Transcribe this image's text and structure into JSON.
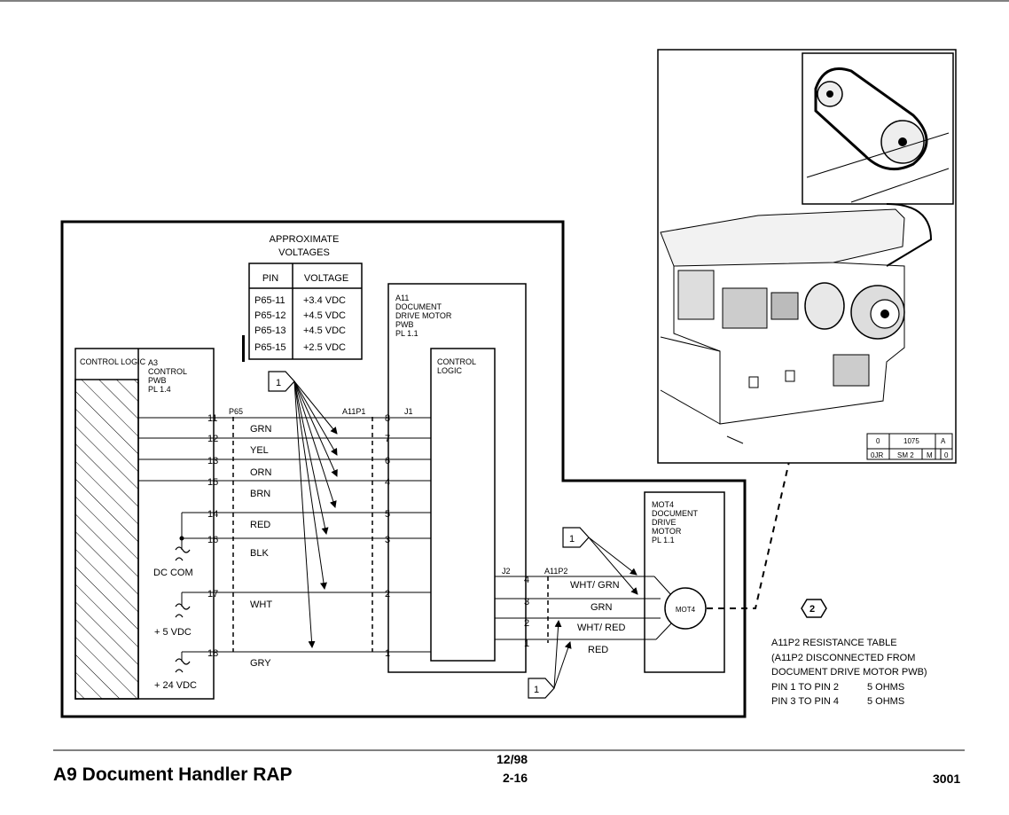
{
  "voltage_table": {
    "caption_line1": "APPROXIMATE",
    "caption_line2": "VOLTAGES",
    "header_pin": "PIN",
    "header_voltage": "VOLTAGE",
    "rows": [
      {
        "pin": "P65-11",
        "voltage": "+3.4 VDC"
      },
      {
        "pin": "P65-12",
        "voltage": "+4.5 VDC"
      },
      {
        "pin": "P65-13",
        "voltage": "+4.5 VDC"
      },
      {
        "pin": "P65-15",
        "voltage": "+2.5 VDC"
      }
    ]
  },
  "control_logic_left": "CONTROL LOGIC",
  "a3": {
    "l1": "A3",
    "l2": "CONTROL",
    "l3": "PWB",
    "l4": "PL 1.4"
  },
  "a11": {
    "l1": "A11",
    "l2": "DOCUMENT",
    "l3": "DRIVE MOTOR",
    "l4": "PWB",
    "l5": "PL 1.1"
  },
  "a11_logic": {
    "l1": "CONTROL",
    "l2": "LOGIC"
  },
  "mot4": {
    "l1": "MOT4",
    "l2": "DOCUMENT",
    "l3": "DRIVE",
    "l4": "MOTOR",
    "l5": "PL 1.1",
    "circle": "MOT4"
  },
  "connectors": {
    "p65": "P65",
    "a11p1": "A11P1",
    "j1": "J1",
    "j2": "J2",
    "a11p2": "A11P2"
  },
  "p65_pins": [
    "11",
    "12",
    "13",
    "15",
    "14",
    "16",
    "17",
    "18"
  ],
  "p1_pins": [
    "8",
    "7",
    "6",
    "4",
    "5",
    "3",
    "2",
    "1"
  ],
  "wire_colors": [
    "GRN",
    "YEL",
    "ORN",
    "BRN",
    "RED",
    "BLK",
    "WHT",
    "GRY"
  ],
  "p2_pins": [
    "4",
    "3",
    "2",
    "1"
  ],
  "p2_wires": [
    "WHT/ GRN",
    "GRN",
    "WHT/ RED",
    "RED"
  ],
  "supplies": {
    "dccom": "DC COM",
    "v5": "+ 5 VDC",
    "v24": "+ 24 VDC"
  },
  "callout_1": "1",
  "callout_2": "2",
  "photo_id": {
    "c1": "0",
    "c2": "1075",
    "c3": "A",
    "c4": "0JR",
    "c5": "SM 2",
    "c6": "M",
    "c7": "0"
  },
  "resistance": {
    "l1": "A11P2 RESISTANCE TABLE",
    "l2": "(A11P2 DISCONNECTED FROM",
    "l3": "DOCUMENT DRIVE MOTOR PWB)",
    "r1_pins": "PIN 1 TO PIN 2",
    "r1_val": "5 OHMS",
    "r2_pins": "PIN 3 TO PIN 4",
    "r2_val": "5 OHMS"
  },
  "footer": {
    "title": "A9 Document Handler RAP",
    "date": "12/98",
    "page": "2-16",
    "number": "3001"
  }
}
